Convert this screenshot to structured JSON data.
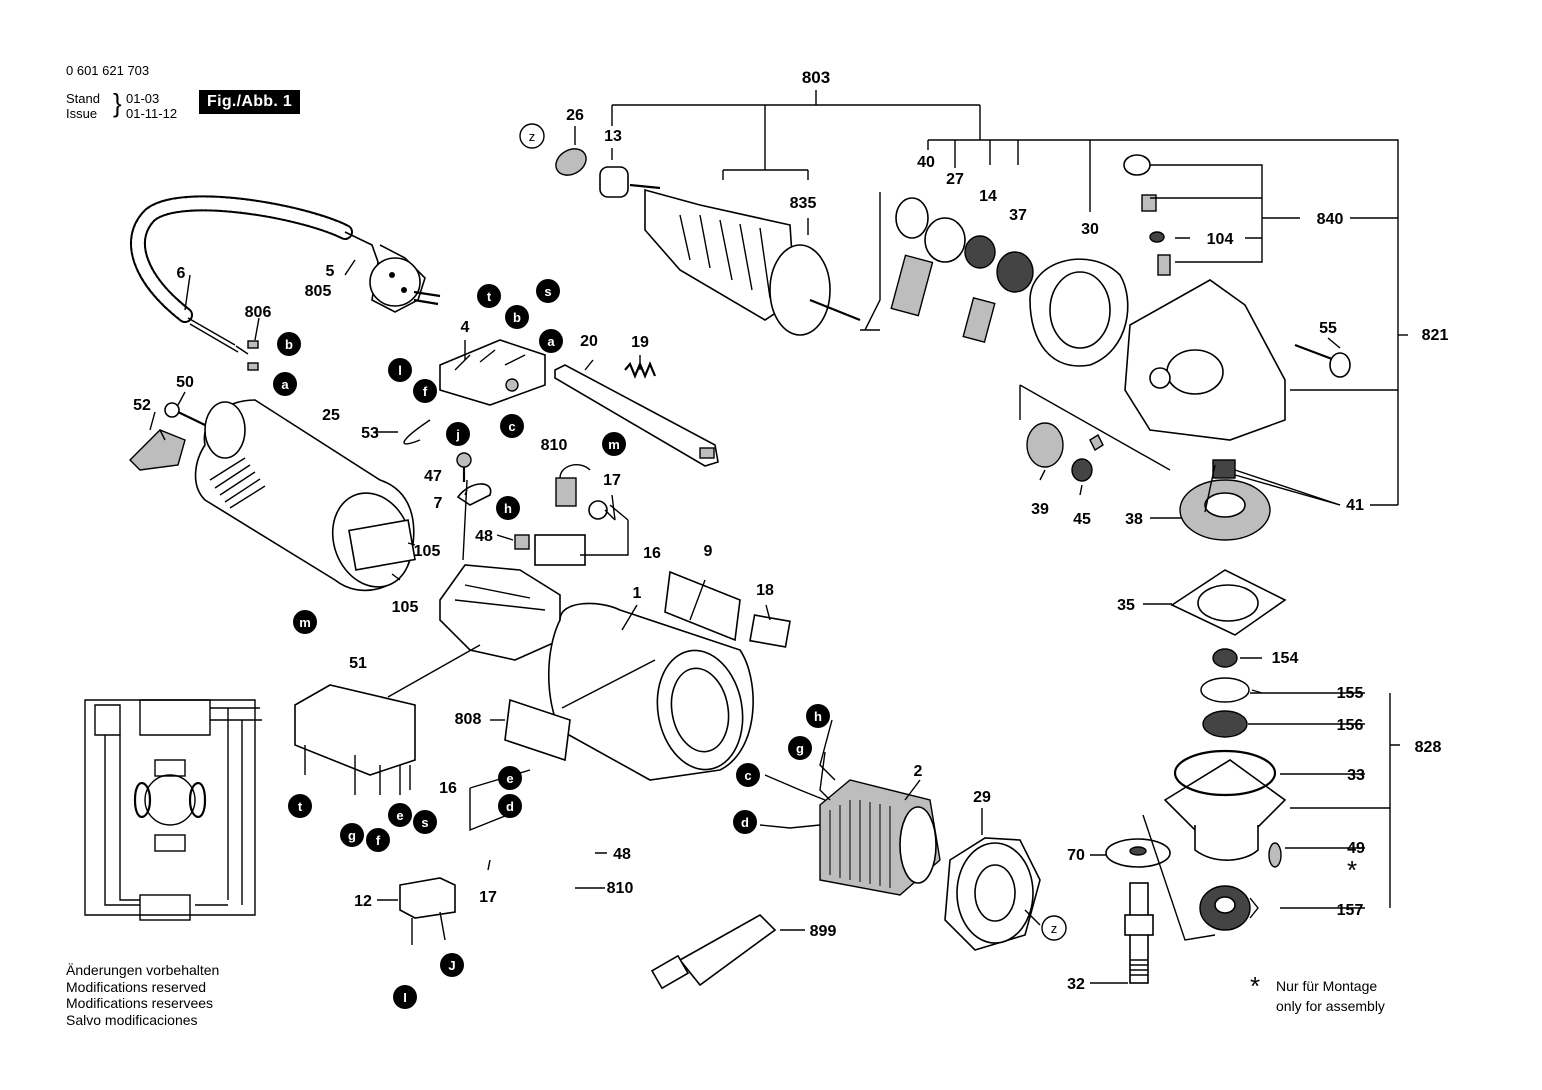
{
  "header": {
    "part_number": "0 601 621 703",
    "stand_label": "Stand",
    "stand_value": "01-03",
    "issue_label": "Issue",
    "issue_value": "01-11-12",
    "figure": "Fig./Abb. 1"
  },
  "disclaimer": [
    "Änderungen vorbehalten",
    "Modifications reserved",
    "Modifications reservees",
    "Salvo modificaciones"
  ],
  "footnote": {
    "symbol": "*",
    "line1": "Nur für Montage",
    "line2": "only for assembly"
  },
  "part_labels": [
    "803",
    "26",
    "13",
    "835",
    "40",
    "27",
    "14",
    "37",
    "30",
    "840",
    "104",
    "821",
    "55",
    "6",
    "5",
    "805",
    "806",
    "4",
    "20",
    "19",
    "50",
    "52",
    "25",
    "53",
    "810",
    "17",
    "47",
    "7",
    "48",
    "16",
    "105",
    "9",
    "18",
    "1",
    "51",
    "808",
    "2",
    "29",
    "39",
    "45",
    "41",
    "38",
    "35",
    "154",
    "155",
    "156",
    "828",
    "33",
    "49",
    "70",
    "157",
    "32",
    "12",
    "899"
  ],
  "letter_markers": [
    "z",
    "t",
    "s",
    "b",
    "a",
    "l",
    "f",
    "c",
    "j",
    "m",
    "h",
    "e",
    "d",
    "g",
    "J",
    "I"
  ]
}
